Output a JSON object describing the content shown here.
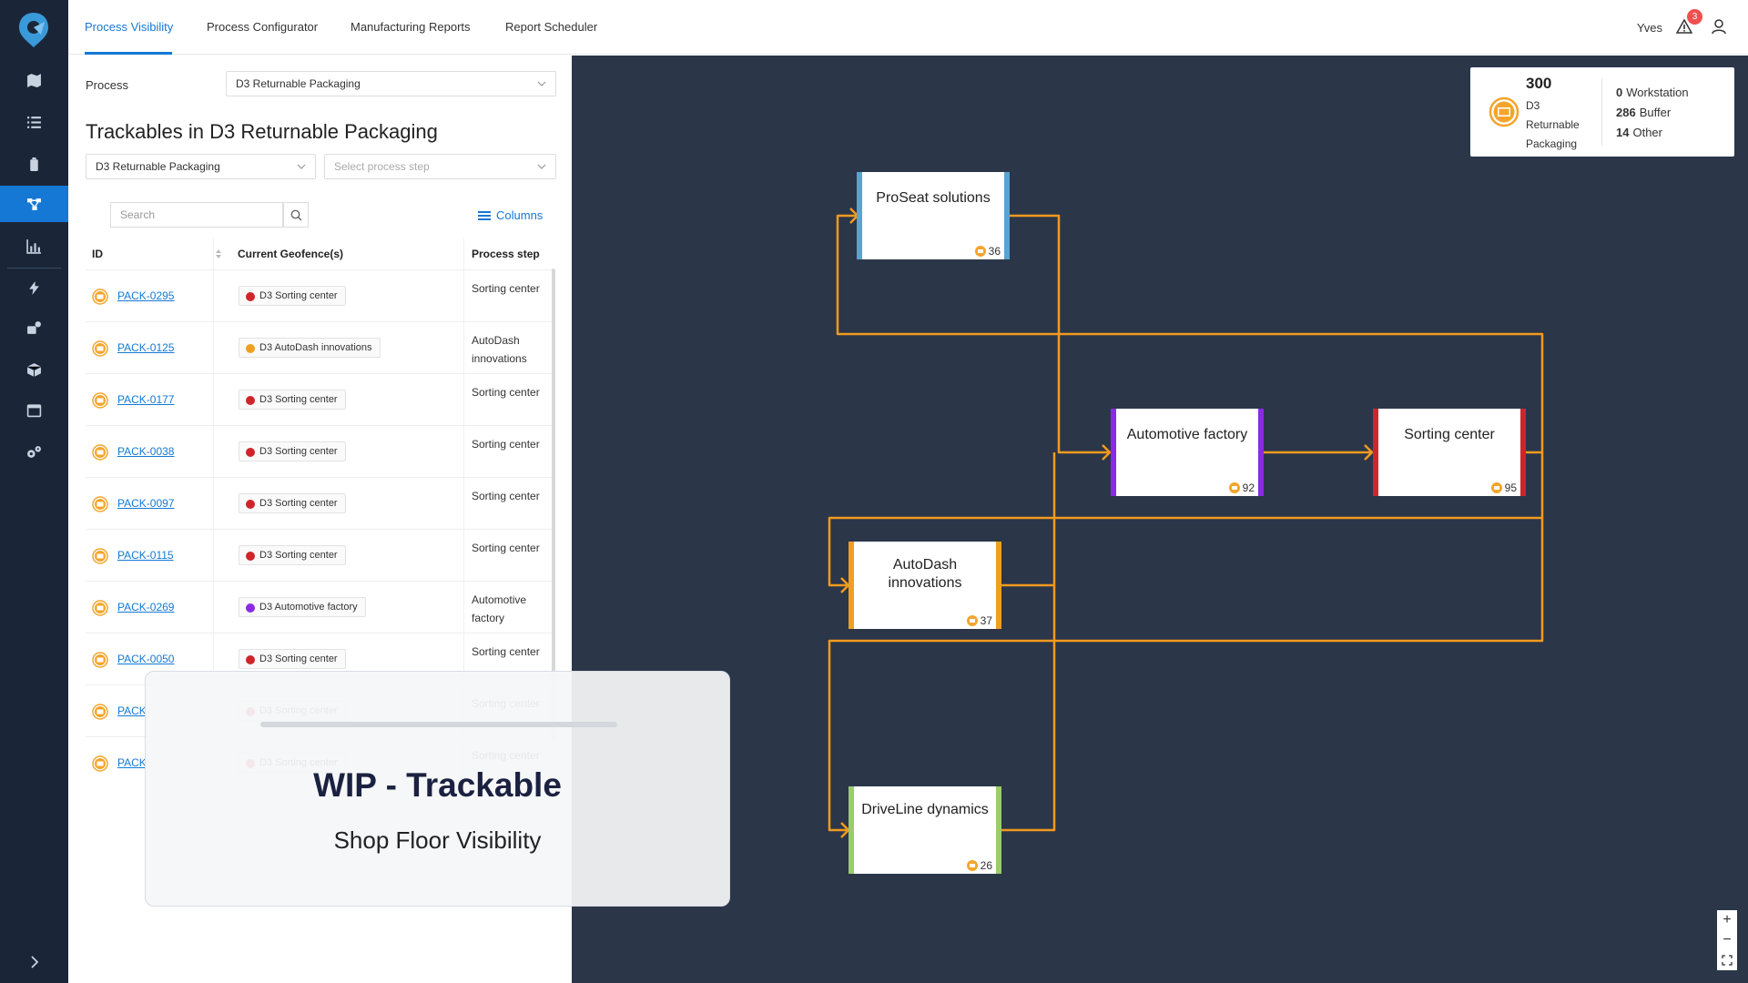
{
  "app": {
    "tabs": [
      {
        "label": "Process Visibility",
        "active": true
      },
      {
        "label": "Process Configurator",
        "active": false
      },
      {
        "label": "Manufacturing Reports",
        "active": false
      },
      {
        "label": "Report Scheduler",
        "active": false
      }
    ],
    "user": "Yves",
    "alert_count": "3",
    "accent_color": "#1578d4",
    "sidebar_icons": [
      "map-icon",
      "list-icon",
      "battery-icon",
      "process-flow-icon",
      "chart-icon",
      "lightning-icon",
      "analytics-icon",
      "cube-icon",
      "calendar-icon",
      "settings-icon"
    ]
  },
  "panel": {
    "process_label": "Process",
    "process_value": "D3 Returnable Packaging",
    "title": "Trackables in D3 Returnable Packaging",
    "filter_process": "D3 Returnable Packaging",
    "filter_step_placeholder": "Select process step",
    "search_placeholder": "Search",
    "columns_label": "Columns",
    "headers": {
      "id": "ID",
      "geofence": "Current Geofence(s)",
      "step": "Process step"
    },
    "rows": [
      {
        "id": "PACK-0295",
        "geofence": "D3 Sorting center",
        "dot": "#d0242b",
        "step": "Sorting center"
      },
      {
        "id": "PACK-0125",
        "geofence": "D3 AutoDash innovations",
        "dot": "#f0a020",
        "step": "AutoDash innovations"
      },
      {
        "id": "PACK-0177",
        "geofence": "D3 Sorting center",
        "dot": "#d0242b",
        "step": "Sorting center"
      },
      {
        "id": "PACK-0038",
        "geofence": "D3 Sorting center",
        "dot": "#d0242b",
        "step": "Sorting center"
      },
      {
        "id": "PACK-0097",
        "geofence": "D3 Sorting center",
        "dot": "#d0242b",
        "step": "Sorting center"
      },
      {
        "id": "PACK-0115",
        "geofence": "D3 Sorting center",
        "dot": "#d0242b",
        "step": "Sorting center"
      },
      {
        "id": "PACK-0269",
        "geofence": "D3 Automotive factory",
        "dot": "#8a2be2",
        "step": "Automotive factory"
      },
      {
        "id": "PACK-0050",
        "geofence": "D3 Sorting center",
        "dot": "#d0242b",
        "step": "Sorting center"
      },
      {
        "id": "PACK",
        "geofence": "D3 Sorting center",
        "dot": "#d0242b",
        "step": "Sorting center"
      },
      {
        "id": "PACK",
        "geofence": "D3 Sorting center",
        "dot": "#d0242b",
        "step": "Sorting center"
      }
    ]
  },
  "map": {
    "summary": {
      "total": "300",
      "process_name": "D3 Returnable Packaging",
      "stats": [
        {
          "value": "0",
          "label": "Workstation"
        },
        {
          "value": "286",
          "label": "Buffer"
        },
        {
          "value": "14",
          "label": "Other"
        }
      ]
    },
    "nodes": [
      {
        "name": "ProSeat solutions",
        "count": "36",
        "color": "#5ba3d0"
      },
      {
        "name": "Automotive factory",
        "count": "92",
        "color": "#8a2be2"
      },
      {
        "name": "Sorting center",
        "count": "95",
        "color": "#d0242b"
      },
      {
        "name": "AutoDash innovations",
        "count": "37",
        "color": "#f0a020"
      },
      {
        "name": "DriveLine dynamics",
        "count": "26",
        "color": "#9acd6a"
      }
    ],
    "edge_color": "#f39a1e",
    "zoom": {
      "in": "+",
      "out": "−"
    }
  },
  "overlay": {
    "title": "WIP - Trackable",
    "subtitle": "Shop Floor Visibility"
  }
}
